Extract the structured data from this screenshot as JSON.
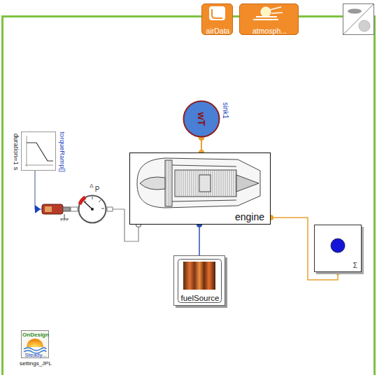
{
  "diagram": {
    "nodes": [
      {
        "text": [
          "airData"
        ]
      },
      {
        "text": [
          "atmosph..."
        ]
      },
      {
        "text": [
          "wT",
          "sink1"
        ]
      },
      {
        "text": [
          "torqueRamp[]",
          "duration=1 s"
        ]
      },
      {
        "text": [
          "Δ",
          "P"
        ]
      },
      {
        "text": [
          "engine"
        ]
      },
      {
        "text": [
          "Σ"
        ]
      },
      {
        "text": [
          "fuelSource"
        ]
      },
      {
        "text": [
          "OnDesign",
          "Steady...",
          "settings_JPL"
        ]
      }
    ],
    "edges": [
      {
        "from": 2,
        "to": 5,
        "arrow": "none"
      },
      {
        "from": 3,
        "to": 4,
        "arrow": "none"
      },
      {
        "from": 4,
        "to": 5,
        "arrow": "none"
      },
      {
        "from": 5,
        "to": 7,
        "arrow": "none"
      },
      {
        "from": 5,
        "to": 6,
        "arrow": "none"
      }
    ]
  }
}
